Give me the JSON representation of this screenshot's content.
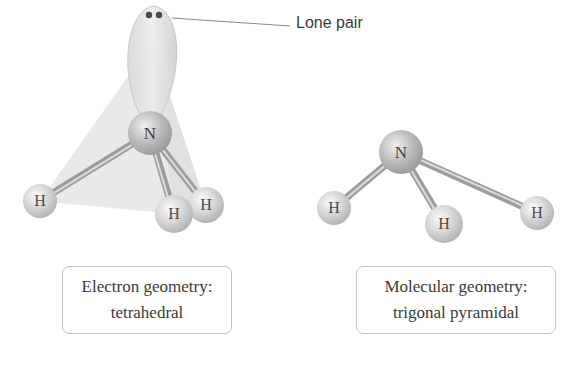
{
  "diagram": {
    "nodes": [
      {
        "text": [
          "N"
        ]
      },
      {
        "text": [
          "H"
        ]
      },
      {
        "text": [
          "H"
        ]
      },
      {
        "text": [
          "H"
        ]
      },
      {
        "text": [
          "N"
        ]
      },
      {
        "text": [
          "H"
        ]
      },
      {
        "text": [
          "H"
        ]
      },
      {
        "text": [
          "H"
        ]
      },
      {
        "text": [
          "Electron geometry: tetrahedral"
        ]
      },
      {
        "text": [
          "Molecular geometry: trigonal pyramidal"
        ]
      }
    ],
    "edges": [
      {
        "from": 0,
        "to": 1,
        "arrow": "none"
      },
      {
        "from": 0,
        "to": 2,
        "arrow": "none"
      },
      {
        "from": 0,
        "to": 3,
        "arrow": "none"
      },
      {
        "from": 4,
        "to": 5,
        "arrow": "none"
      },
      {
        "from": 4,
        "to": 6,
        "arrow": "none"
      },
      {
        "from": 4,
        "to": 7,
        "arrow": "none"
      }
    ],
    "labels": [
      "Lone pair"
    ]
  }
}
